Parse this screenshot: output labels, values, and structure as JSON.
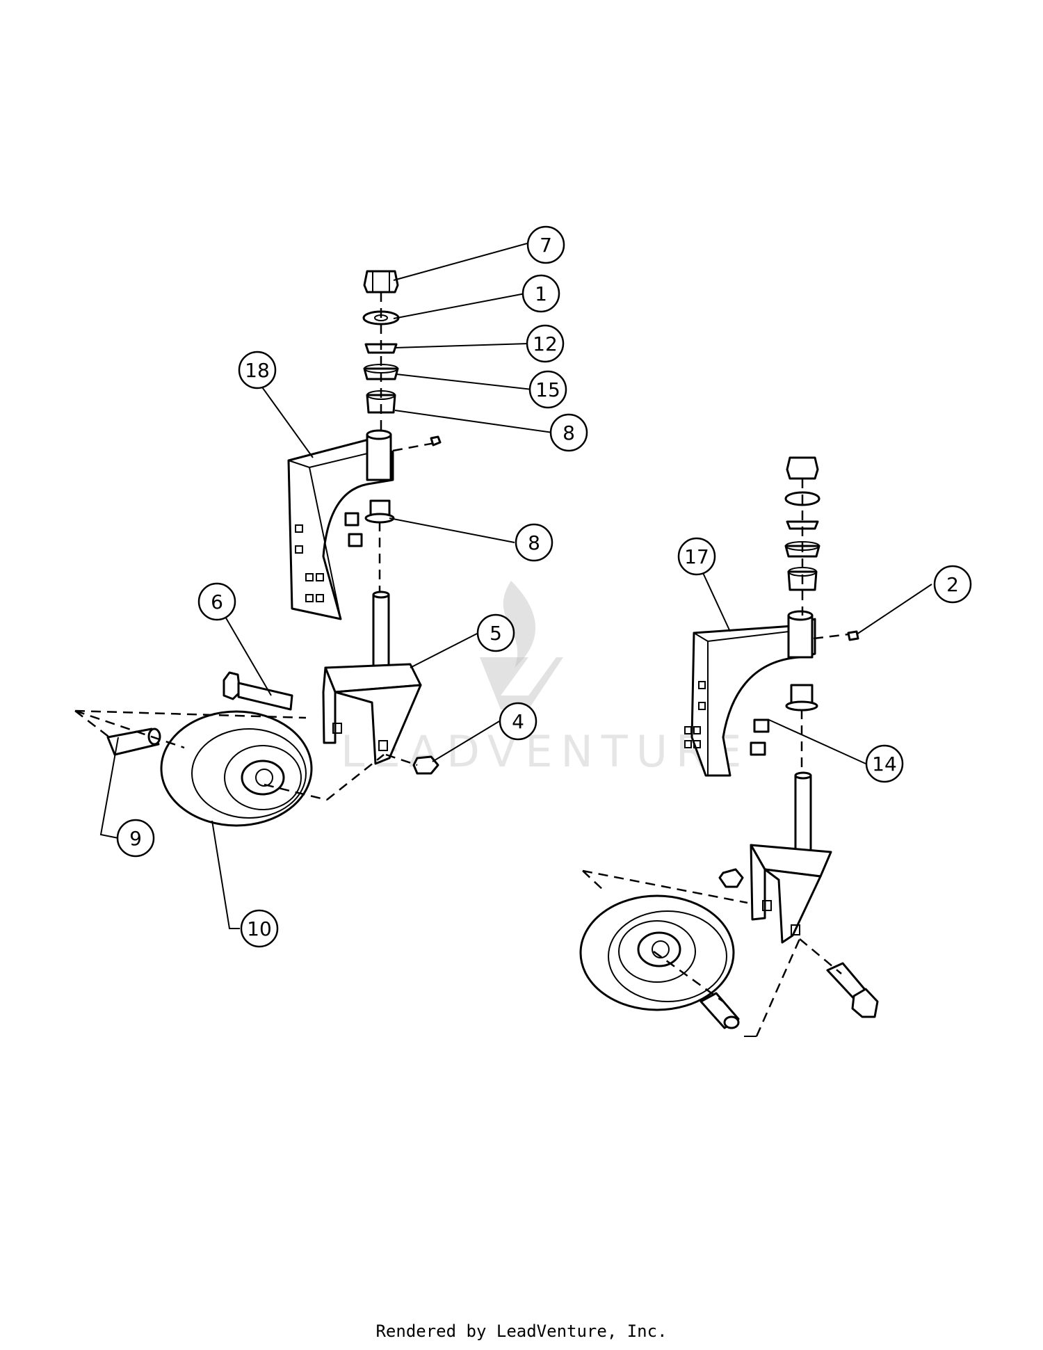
{
  "callouts": [
    {
      "id": "c7",
      "label": "7"
    },
    {
      "id": "c1",
      "label": "1"
    },
    {
      "id": "c12",
      "label": "12"
    },
    {
      "id": "c15",
      "label": "15"
    },
    {
      "id": "c18",
      "label": "18"
    },
    {
      "id": "c8a",
      "label": "8"
    },
    {
      "id": "c8b",
      "label": "8"
    },
    {
      "id": "c6",
      "label": "6"
    },
    {
      "id": "c5",
      "label": "5"
    },
    {
      "id": "c4",
      "label": "4"
    },
    {
      "id": "c9",
      "label": "9"
    },
    {
      "id": "c10",
      "label": "10"
    },
    {
      "id": "c17",
      "label": "17"
    },
    {
      "id": "c2",
      "label": "2"
    },
    {
      "id": "c14",
      "label": "14"
    }
  ],
  "watermark": {
    "text": "LEADVENTURE"
  },
  "footer": {
    "text": "Rendered by LeadVenture, Inc."
  }
}
